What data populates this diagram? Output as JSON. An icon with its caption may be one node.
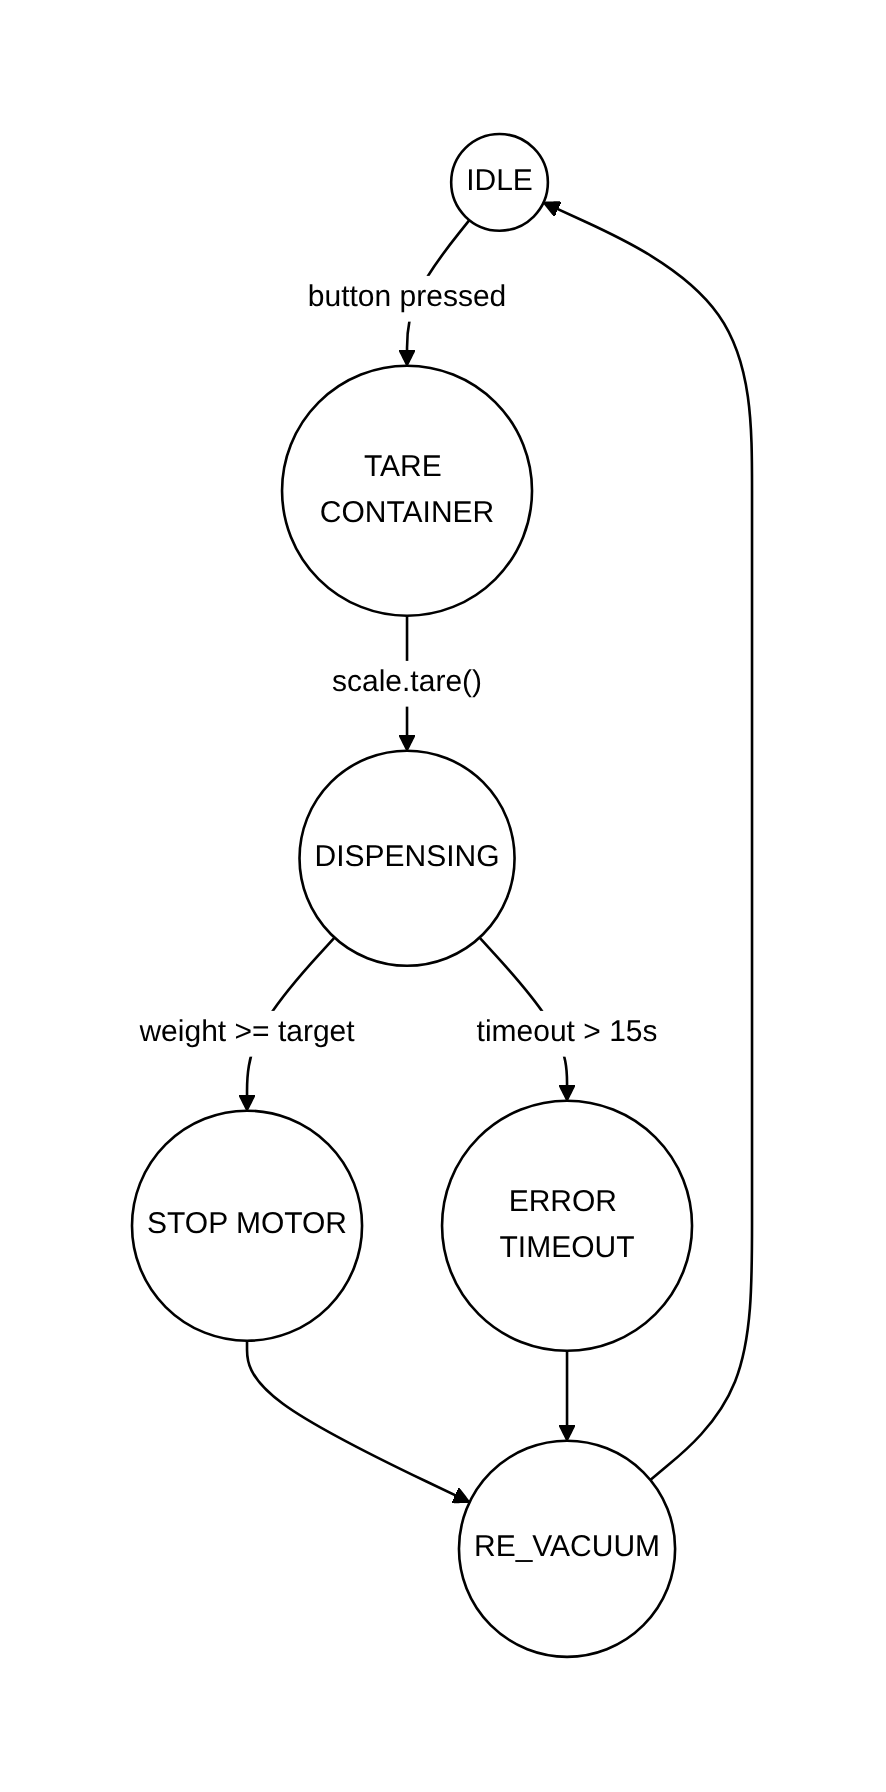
{
  "diagram": {
    "nodes": [
      {
        "text": [
          "IDLE"
        ]
      },
      {
        "text": [
          "TARE CONTAINER"
        ]
      },
      {
        "text": [
          "DISPENSING"
        ]
      },
      {
        "text": [
          "STOP MOTOR"
        ]
      },
      {
        "text": [
          "ERROR TIMEOUT"
        ]
      },
      {
        "text": [
          "RE_VACUUM"
        ]
      }
    ],
    "edges": [
      {
        "from": 0,
        "to": 1,
        "label": "button pressed",
        "arrow": "to"
      },
      {
        "from": 1,
        "to": 2,
        "label": "scale.tare()",
        "arrow": "to"
      },
      {
        "from": 2,
        "to": 3,
        "label": "weight >= target",
        "arrow": "to"
      },
      {
        "from": 2,
        "to": 4,
        "label": "timeout > 15s",
        "arrow": "to"
      },
      {
        "from": 3,
        "to": 5,
        "arrow": "to"
      },
      {
        "from": 4,
        "to": 5,
        "arrow": "to"
      },
      {
        "from": 5,
        "to": 0,
        "arrow": "to"
      }
    ]
  }
}
